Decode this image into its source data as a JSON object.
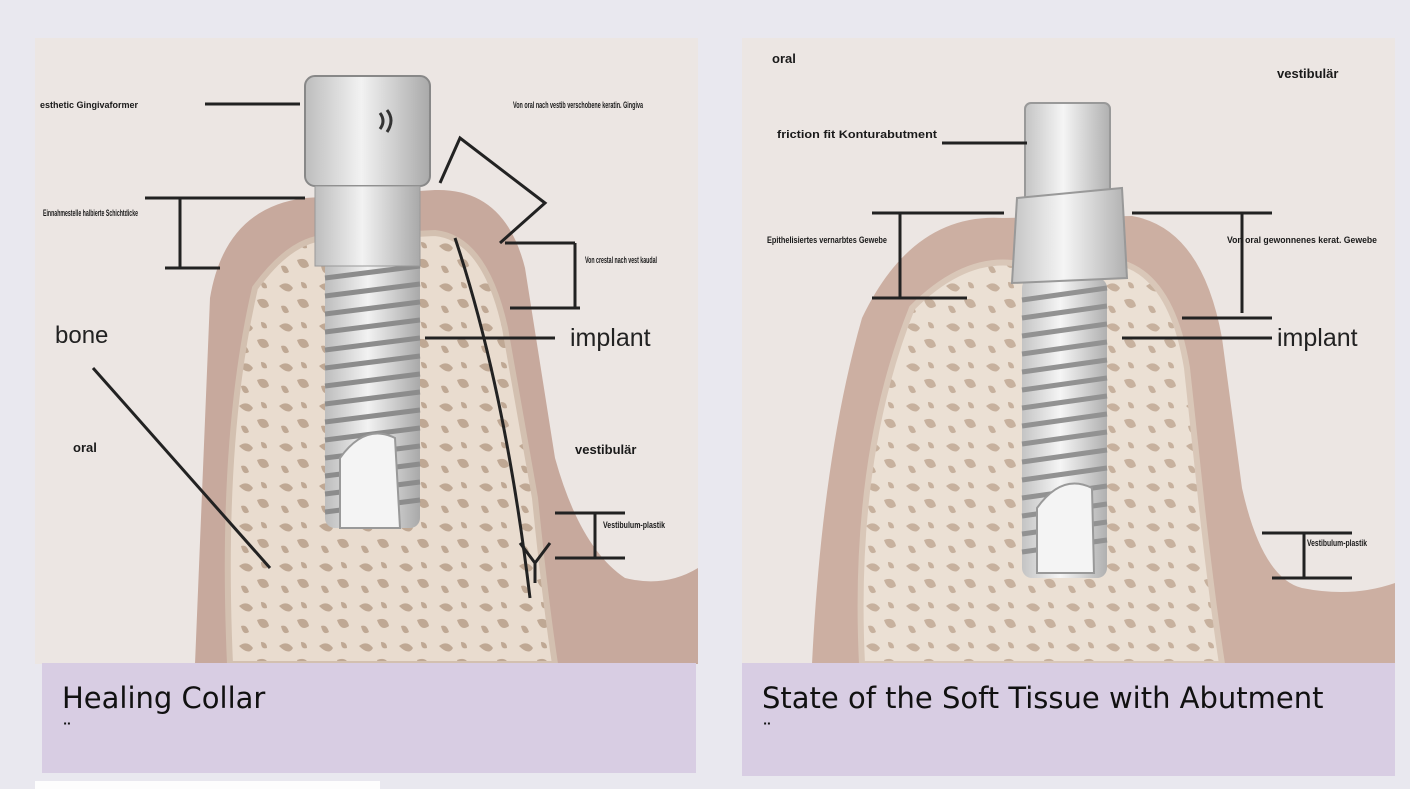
{
  "panels": [
    {
      "labels": {
        "gingiva_former": "esthetic Gingivaformer",
        "incision_line": "Einnahmestelle halbierte Schichtdicke",
        "top_right": "Von oral nach vestib verschobene keratin. Gingiva",
        "crestal": "Von crestal nach vest kaudal",
        "bone": "bone",
        "implant": "implant",
        "oral": "oral",
        "vestibular": "vestibulär",
        "vestibuloplasty": "Vestibulum-plastik"
      },
      "caption": "Healing Collar",
      "caption_mark": "¨"
    },
    {
      "labels": {
        "oral": "oral",
        "vestibular": "vestibulär",
        "abutment": "friction fit Konturabutment",
        "epithelialized": "Epithelisiertes vernarbtes Gewebe",
        "harvested": "Von oral gewonnenes kerat. Gewebe",
        "implant": "implant",
        "vestibuloplasty": "Vestibulum-plastik"
      },
      "caption": "State of the Soft Tissue with Abutment",
      "caption_mark": "¨"
    }
  ],
  "colors": {
    "background": "#e9e8ef",
    "caption_bg": "#d8cde3",
    "image_bg": "#ece6e3",
    "gum": "#c5a79b",
    "bone": "#e4d5c6",
    "implant": "#d9d9d9"
  }
}
